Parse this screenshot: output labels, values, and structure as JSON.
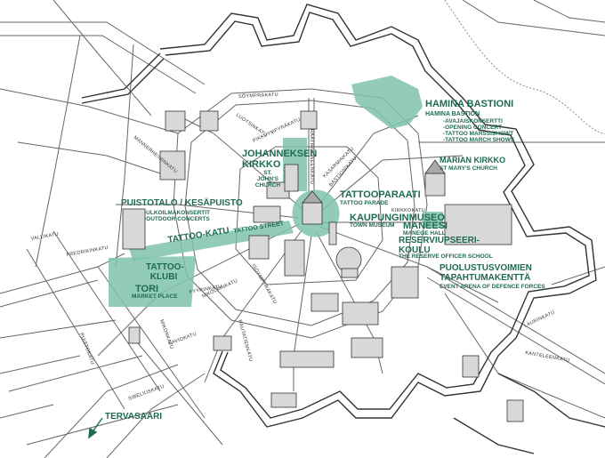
{
  "map": {
    "labels": {
      "hamina_bastioni": "HAMINA BASTIONI",
      "hamina_bastion": "HAMINA BASTION",
      "avajaiskonsertti": "-AVAJAISKONSERTTI",
      "opening_concert": "-OPENING CONCERT",
      "tattoo_marssishowt": "-TATTOO MARSSISHOWT",
      "tattoo_march_shows": "-TATTOO MARCH SHOWS",
      "johanneksen_kirkko": "JOHANNEKSEN KIRKKO",
      "st_johns_church": "ST. JOHN'S CHURCH",
      "marian_kirkko": "MARIAN KIRKKO",
      "st_marys_church": "ST MARY'S CHURCH",
      "tattooparaati": "TATTOOPARAATI",
      "tattoo_parade": "TATTOO PARADE",
      "kaupunginmuseo": "KAUPUNGINMUSEO",
      "town_museum": "TOWN MUSEUM",
      "maneesi": "MANEESI",
      "manege_hall": "MANEGE HALL",
      "puistotalo": "PUISTOTALO / KESÄPUISTO",
      "ulkoilmakonsertit": "-ULKOILMAKONSERTIT",
      "outdoor_concerts": "-OUTDOOR CONCERTS",
      "tattoo_katu": "TATTOO-KATU",
      "tattoo_street": "TATTOO STREET",
      "reserviupseerikoulu": "RESERVIUPSEERI- KOULU",
      "reserve_officer_school": "THE RESERVE OFFICER SCHOOL",
      "puolustusvoimien": "PUOLUSTUSVOIMIEN TAPAHTUMAKENTTÄ",
      "event_arena": "EVENT ARENA OF DEFENCE FORCES",
      "tattoo_klubi": "TATTOO- KLUBI",
      "tori": "TORI",
      "market_place": "MARKET PLACE",
      "tervasaari": "TERVASAARI"
    },
    "streets": {
      "mannerheiminkatu": "MANNERHEIMINKATU",
      "soymparakatu": "SÖYMPRAKATU",
      "luotsinkatu": "LUOTSINKATU",
      "pikkuympyrakatu": "PIKKUYMPYRÄKATU",
      "raatihuoneenkatu": "RAATIHUONEENKATU",
      "kasarminkatu": "KASARMINKATU",
      "fredrikinkatu": "FREDRIKINKATU",
      "vallikatu": "VALLIKATU",
      "kirkkokatu": "KIRKKOKATU",
      "fyyrinkatu": "FYYRINKATU",
      "mikonkatu": "MIKONKATU",
      "nikolainkatu": "NIKOLAINKATU",
      "rautatienkatu": "RAUTATIENKATU",
      "tervakatu": "TERVAKATU",
      "kavallinkatu": "KAVIOKATU",
      "sibeliuksenkatu": "SIBELIUSKATU",
      "puistokatu": "PUISTOKATU",
      "isoympyrakatu": "ISOYMPYRÄKATU",
      "lautikatu": "LAURINKATU",
      "kanteleenkatu": "KANTELEENKATU",
      "bastionikatu": "BASTIONIKATU"
    },
    "colors": {
      "highlight": "#7fc3ad",
      "label": "#1f6b52",
      "lines": "#555555"
    }
  }
}
